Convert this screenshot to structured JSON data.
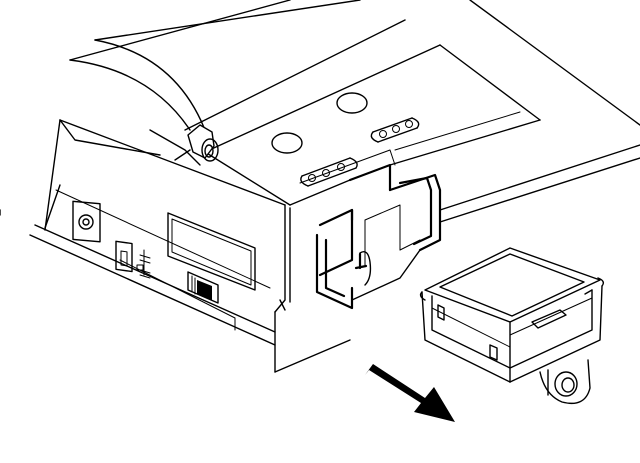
{
  "figure": {
    "subject": "scanner-side-connector-panel-with-detachable-module",
    "line_color": "#000000",
    "background_color": "#ffffff",
    "arrow": {
      "direction": "down-right",
      "meaning": "remove-module"
    }
  }
}
